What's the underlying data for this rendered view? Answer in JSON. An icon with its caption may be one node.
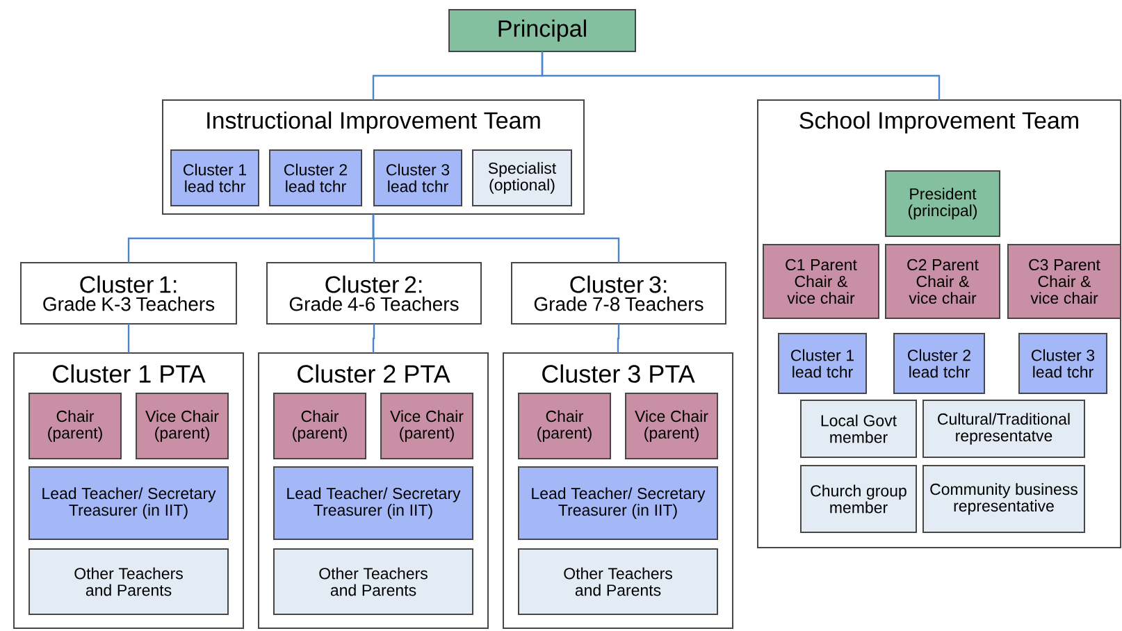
{
  "diagram": {
    "nodes": [
      {
        "text": [
          "Principal"
        ]
      },
      {
        "text": [
          "Instructional Improvement Team"
        ]
      },
      {
        "text": [
          "Cluster 1 lead tchr"
        ],
        "in": 1
      },
      {
        "text": [
          "Cluster 2 lead tchr"
        ],
        "in": 1
      },
      {
        "text": [
          "Cluster 3 lead tchr"
        ],
        "in": 1
      },
      {
        "text": [
          "Specialist (optional)"
        ],
        "in": 1
      },
      {
        "text": [
          "School Improvement Team"
        ]
      },
      {
        "text": [
          "President (principal)"
        ],
        "in": 6
      },
      {
        "text": [
          "C1 Parent Chair & vice chair"
        ],
        "in": 6
      },
      {
        "text": [
          "C2 Parent Chair & vice chair"
        ],
        "in": 6
      },
      {
        "text": [
          "C3 Parent Chair & vice chair"
        ],
        "in": 6
      },
      {
        "text": [
          "Cluster 1 lead tchr"
        ],
        "in": 6
      },
      {
        "text": [
          "Cluster 2 lead tchr"
        ],
        "in": 6
      },
      {
        "text": [
          "Cluster 3 lead tchr"
        ],
        "in": 6
      },
      {
        "text": [
          "Local Govt member"
        ],
        "in": 6
      },
      {
        "text": [
          "Cultural/Traditional representatve"
        ],
        "in": 6
      },
      {
        "text": [
          "Church group member"
        ],
        "in": 6
      },
      {
        "text": [
          "Community business representative"
        ],
        "in": 6
      },
      {
        "text": [
          "Cluster 1:",
          "Grade K-3 Teachers"
        ]
      },
      {
        "text": [
          "Cluster 2:",
          "Grade 4-6 Teachers"
        ]
      },
      {
        "text": [
          "Cluster 3:",
          "Grade 7-8 Teachers"
        ]
      },
      {
        "text": [
          "Cluster 1 PTA"
        ]
      },
      {
        "text": [
          "Chair (parent)"
        ],
        "in": 21
      },
      {
        "text": [
          "Vice Chair (parent)"
        ],
        "in": 21
      },
      {
        "text": [
          "Lead Teacher/ Secretary Treasurer (in IIT)"
        ],
        "in": 21
      },
      {
        "text": [
          "Other Teachers and Parents"
        ],
        "in": 21
      },
      {
        "text": [
          "Cluster 2 PTA"
        ]
      },
      {
        "text": [
          "Chair (parent)"
        ],
        "in": 26
      },
      {
        "text": [
          "Vice Chair (parent)"
        ],
        "in": 26
      },
      {
        "text": [
          "Lead Teacher/ Secretary Treasurer (in IIT)"
        ],
        "in": 26
      },
      {
        "text": [
          "Other Teachers and Parents"
        ],
        "in": 26
      },
      {
        "text": [
          "Cluster 3 PTA"
        ]
      },
      {
        "text": [
          "Chair (parent)"
        ],
        "in": 31
      },
      {
        "text": [
          "Vice Chair (parent)"
        ],
        "in": 31
      },
      {
        "text": [
          "Lead Teacher/ Secretary Treasurer (in IIT)"
        ],
        "in": 31
      },
      {
        "text": [
          "Other Teachers and Parents"
        ],
        "in": 31
      }
    ],
    "edges": [
      {
        "from": 0,
        "to": 1,
        "arrow": "none"
      },
      {
        "from": 0,
        "to": 6,
        "arrow": "none"
      },
      {
        "from": 1,
        "to": 18,
        "arrow": "none"
      },
      {
        "from": 1,
        "to": 19,
        "arrow": "none"
      },
      {
        "from": 1,
        "to": 20,
        "arrow": "none"
      },
      {
        "from": 18,
        "to": 21,
        "arrow": "none"
      },
      {
        "from": 19,
        "to": 26,
        "arrow": "none"
      },
      {
        "from": 20,
        "to": 31,
        "arrow": "none"
      }
    ]
  }
}
